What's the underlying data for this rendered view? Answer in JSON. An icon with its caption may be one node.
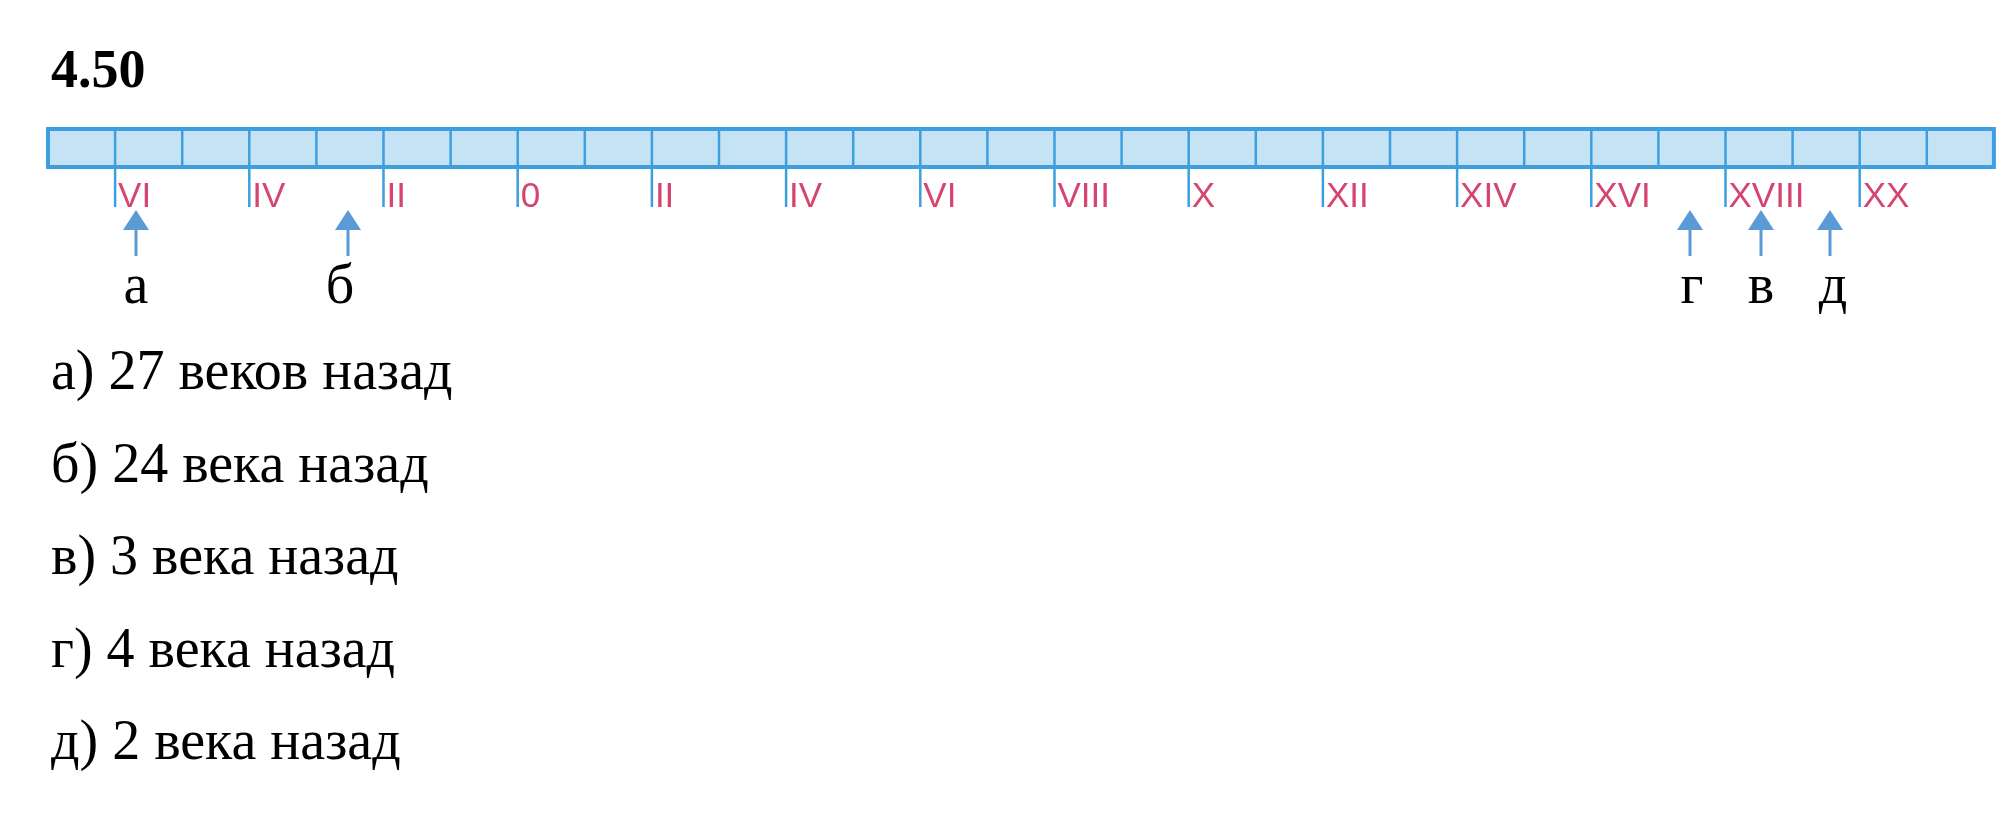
{
  "diagram": {
    "title": "4.50",
    "nodes": [
      {
        "text": [
          "VI",
          "IV",
          "II",
          "0",
          "II",
          "IV",
          "VI",
          "VIII",
          "X",
          "XII",
          "XIV",
          "XVI",
          "XVIII",
          "XX"
        ]
      },
      {
        "text": [
          "а"
        ]
      },
      {
        "text": [
          "б"
        ]
      },
      {
        "text": [
          "г"
        ]
      },
      {
        "text": [
          "в"
        ]
      },
      {
        "text": [
          "д"
        ]
      }
    ],
    "edges": [
      {
        "from": 1,
        "to": 0,
        "arrow": "to"
      },
      {
        "from": 2,
        "to": 0,
        "arrow": "to"
      },
      {
        "from": 3,
        "to": 0,
        "arrow": "to"
      },
      {
        "from": 4,
        "to": 0,
        "arrow": "to"
      },
      {
        "from": 5,
        "to": 0,
        "arrow": "to"
      }
    ],
    "labels": [
      "а) 27 веков назад",
      "б) 24 века назад",
      "в) 3 века назад",
      "г) 4 века назад",
      "д) 2 века назад"
    ]
  }
}
